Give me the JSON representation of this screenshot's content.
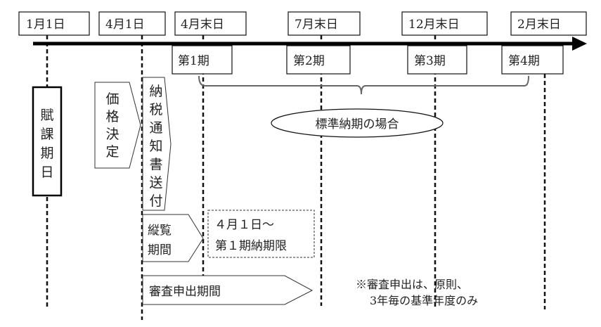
{
  "timeline": {
    "dates": [
      {
        "id": "jan1",
        "label": "1月1日"
      },
      {
        "id": "apr1",
        "label": "4月1日"
      },
      {
        "id": "apr-end",
        "label": "4月末日"
      },
      {
        "id": "jul-end",
        "label": "7月末日"
      },
      {
        "id": "dec-end",
        "label": "12月末日"
      },
      {
        "id": "feb-end",
        "label": "2月末日"
      }
    ],
    "periods": [
      {
        "id": "p1",
        "label": "第1期"
      },
      {
        "id": "p2",
        "label": "第2期"
      },
      {
        "id": "p3",
        "label": "第3期"
      },
      {
        "id": "p4",
        "label": "第4期"
      }
    ]
  },
  "events": {
    "assessment_date": "賦課期日",
    "price_decision": "価格決定",
    "tax_notice": "納税通知書送付",
    "inspection_period": [
      "縦覧",
      "期間"
    ],
    "inspection_range": [
      "４月１日～",
      "第１期納期限"
    ],
    "appeal_period": "審査申出期間"
  },
  "standard_label": "標準納期の場合",
  "note": [
    "※審査申出は、原則、",
    "3年毎の基準年度のみ"
  ]
}
